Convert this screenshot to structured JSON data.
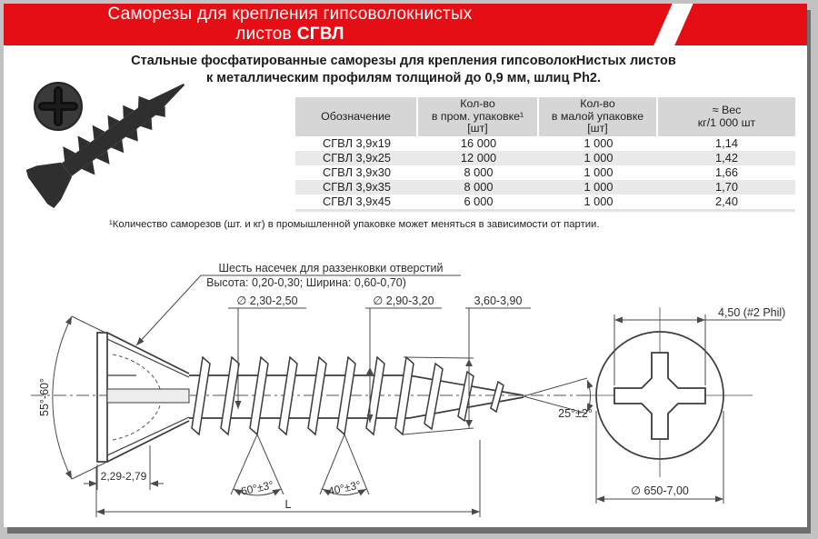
{
  "header": {
    "title_line1": "Саморезы для крепления гипсоволокнистых",
    "title_line2_prefix": "листов",
    "title_line2_bold": "СГВЛ"
  },
  "description": {
    "line1": "Стальные фосфатированные саморезы для крепления гипсоволокНистых листов",
    "line2": "к металлическим профилям толщиной до 0,9 мм, шлиц Ph2."
  },
  "table": {
    "headers": [
      [
        "Обозначение"
      ],
      [
        "Кол-во",
        "в пром. упаковке¹",
        "[шт]"
      ],
      [
        "Кол-во",
        "в малой упаковке",
        "[шт]"
      ],
      [
        "≈ Вес",
        "кг/1 000 шт"
      ]
    ],
    "rows": [
      [
        "СГВЛ 3,9x19",
        "16 000",
        "1 000",
        "1,14"
      ],
      [
        "СГВЛ 3,9x25",
        "12 000",
        "1 000",
        "1,42"
      ],
      [
        "СГВЛ 3,9x30",
        "8 000",
        "1 000",
        "1,66"
      ],
      [
        "СГВЛ 3,9x35",
        "8 000",
        "1 000",
        "1,70"
      ],
      [
        "СГВЛ 3,9x45",
        "6 000",
        "1 000",
        "2,40"
      ]
    ]
  },
  "footnote": "¹Количество саморезов (шт. и кг) в промышленной упаковке может меняться в зависимости от партии.",
  "drawing": {
    "note_line1": "Шесть насечек для раззенковки отверстий",
    "note_line2": "Высота: 0,20-0,30; Ширина: 0,60-0,70)",
    "dia_root": "∅ 2,30-2,50",
    "dia_mid": "∅ 2,90-3,20",
    "outer_dia": "3,60-3,90",
    "head_angle": "55°-60°",
    "head_height": "2,29-2,79",
    "thread_angle_60": "60°±3°",
    "thread_angle_40": "40°±3°",
    "length_label": "L",
    "tip_angle": "25°±2°",
    "phillips_dim": "4,50 (#2 Phil)",
    "head_dia": "∅ 650-7,00"
  },
  "colors": {
    "accent_red": "#e60e15",
    "table_header_bg": "#d6d6d6",
    "row_alt_bg": "#e9e9e9",
    "shadow_gray": "#6e6e6e",
    "drawing_line": "#3c3c3c"
  }
}
